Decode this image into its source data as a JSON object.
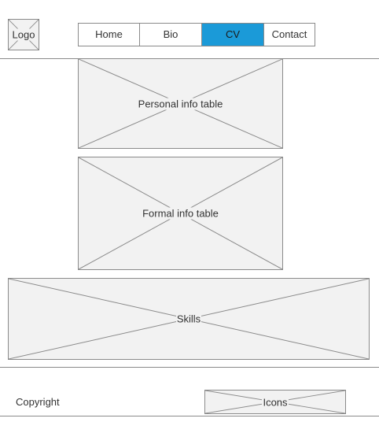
{
  "header": {
    "logo_label": "Logo",
    "nav": {
      "items": [
        {
          "label": "Home",
          "active": false
        },
        {
          "label": "Bio",
          "active": false
        },
        {
          "label": "CV",
          "active": true
        },
        {
          "label": "Contact",
          "active": false
        }
      ]
    }
  },
  "main": {
    "personal_info_label": "Personal info table",
    "formal_info_label": "Formal info table",
    "skills_label": "Skills"
  },
  "footer": {
    "copyright": "Copyright",
    "icons_label": "Icons"
  },
  "colors": {
    "active_tab": "#1b9ad8",
    "placeholder_fill": "#f2f2f2",
    "border": "#8a8a8a"
  }
}
